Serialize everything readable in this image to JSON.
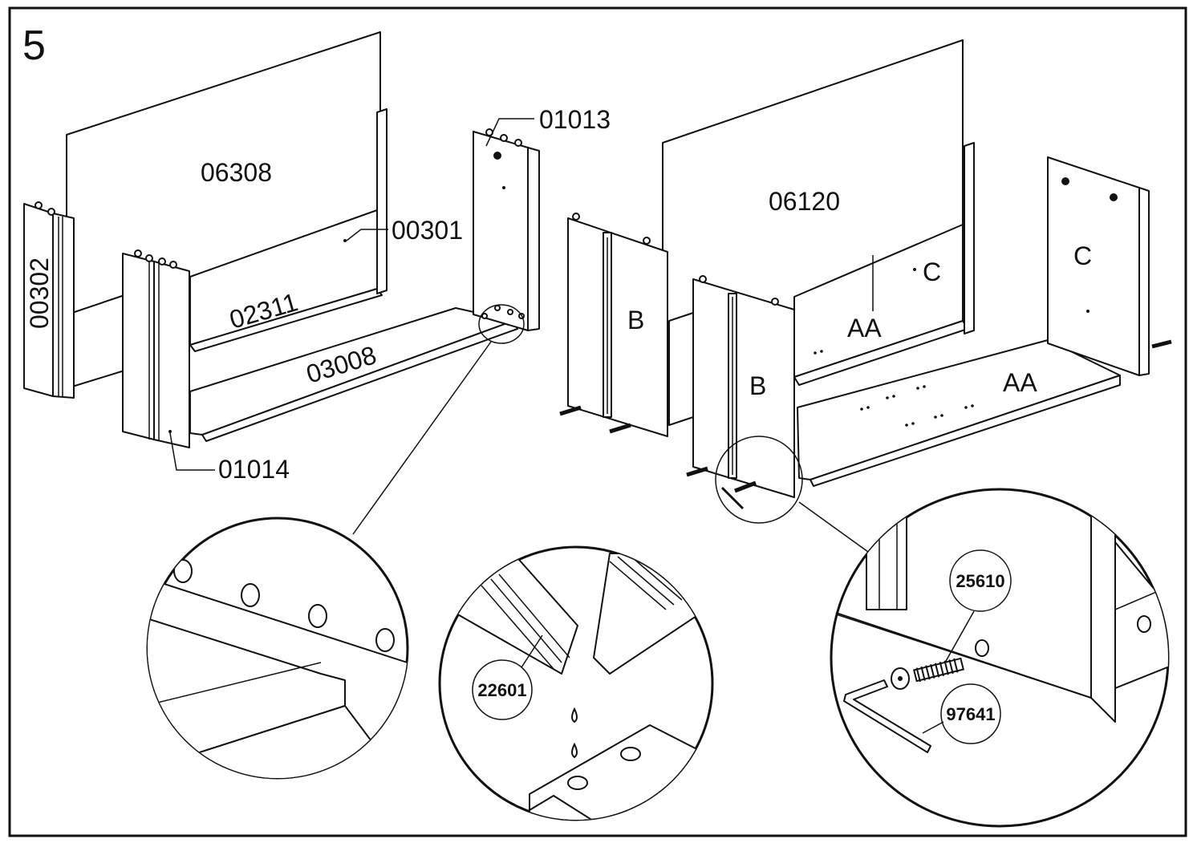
{
  "step_number": "5",
  "parts": {
    "p06308": "06308",
    "p00301": "00301",
    "p00302": "00302",
    "p02311": "02311",
    "p03008": "03008",
    "p01013": "01013",
    "p01014": "01014",
    "p06120": "06120",
    "b1": "B",
    "b2": "B",
    "c1": "C",
    "c2": "C",
    "aa1": "AA",
    "aa2": "AA"
  },
  "details": {
    "glue": "22601",
    "cam_bolt": "25610",
    "allen_key": "97641"
  }
}
